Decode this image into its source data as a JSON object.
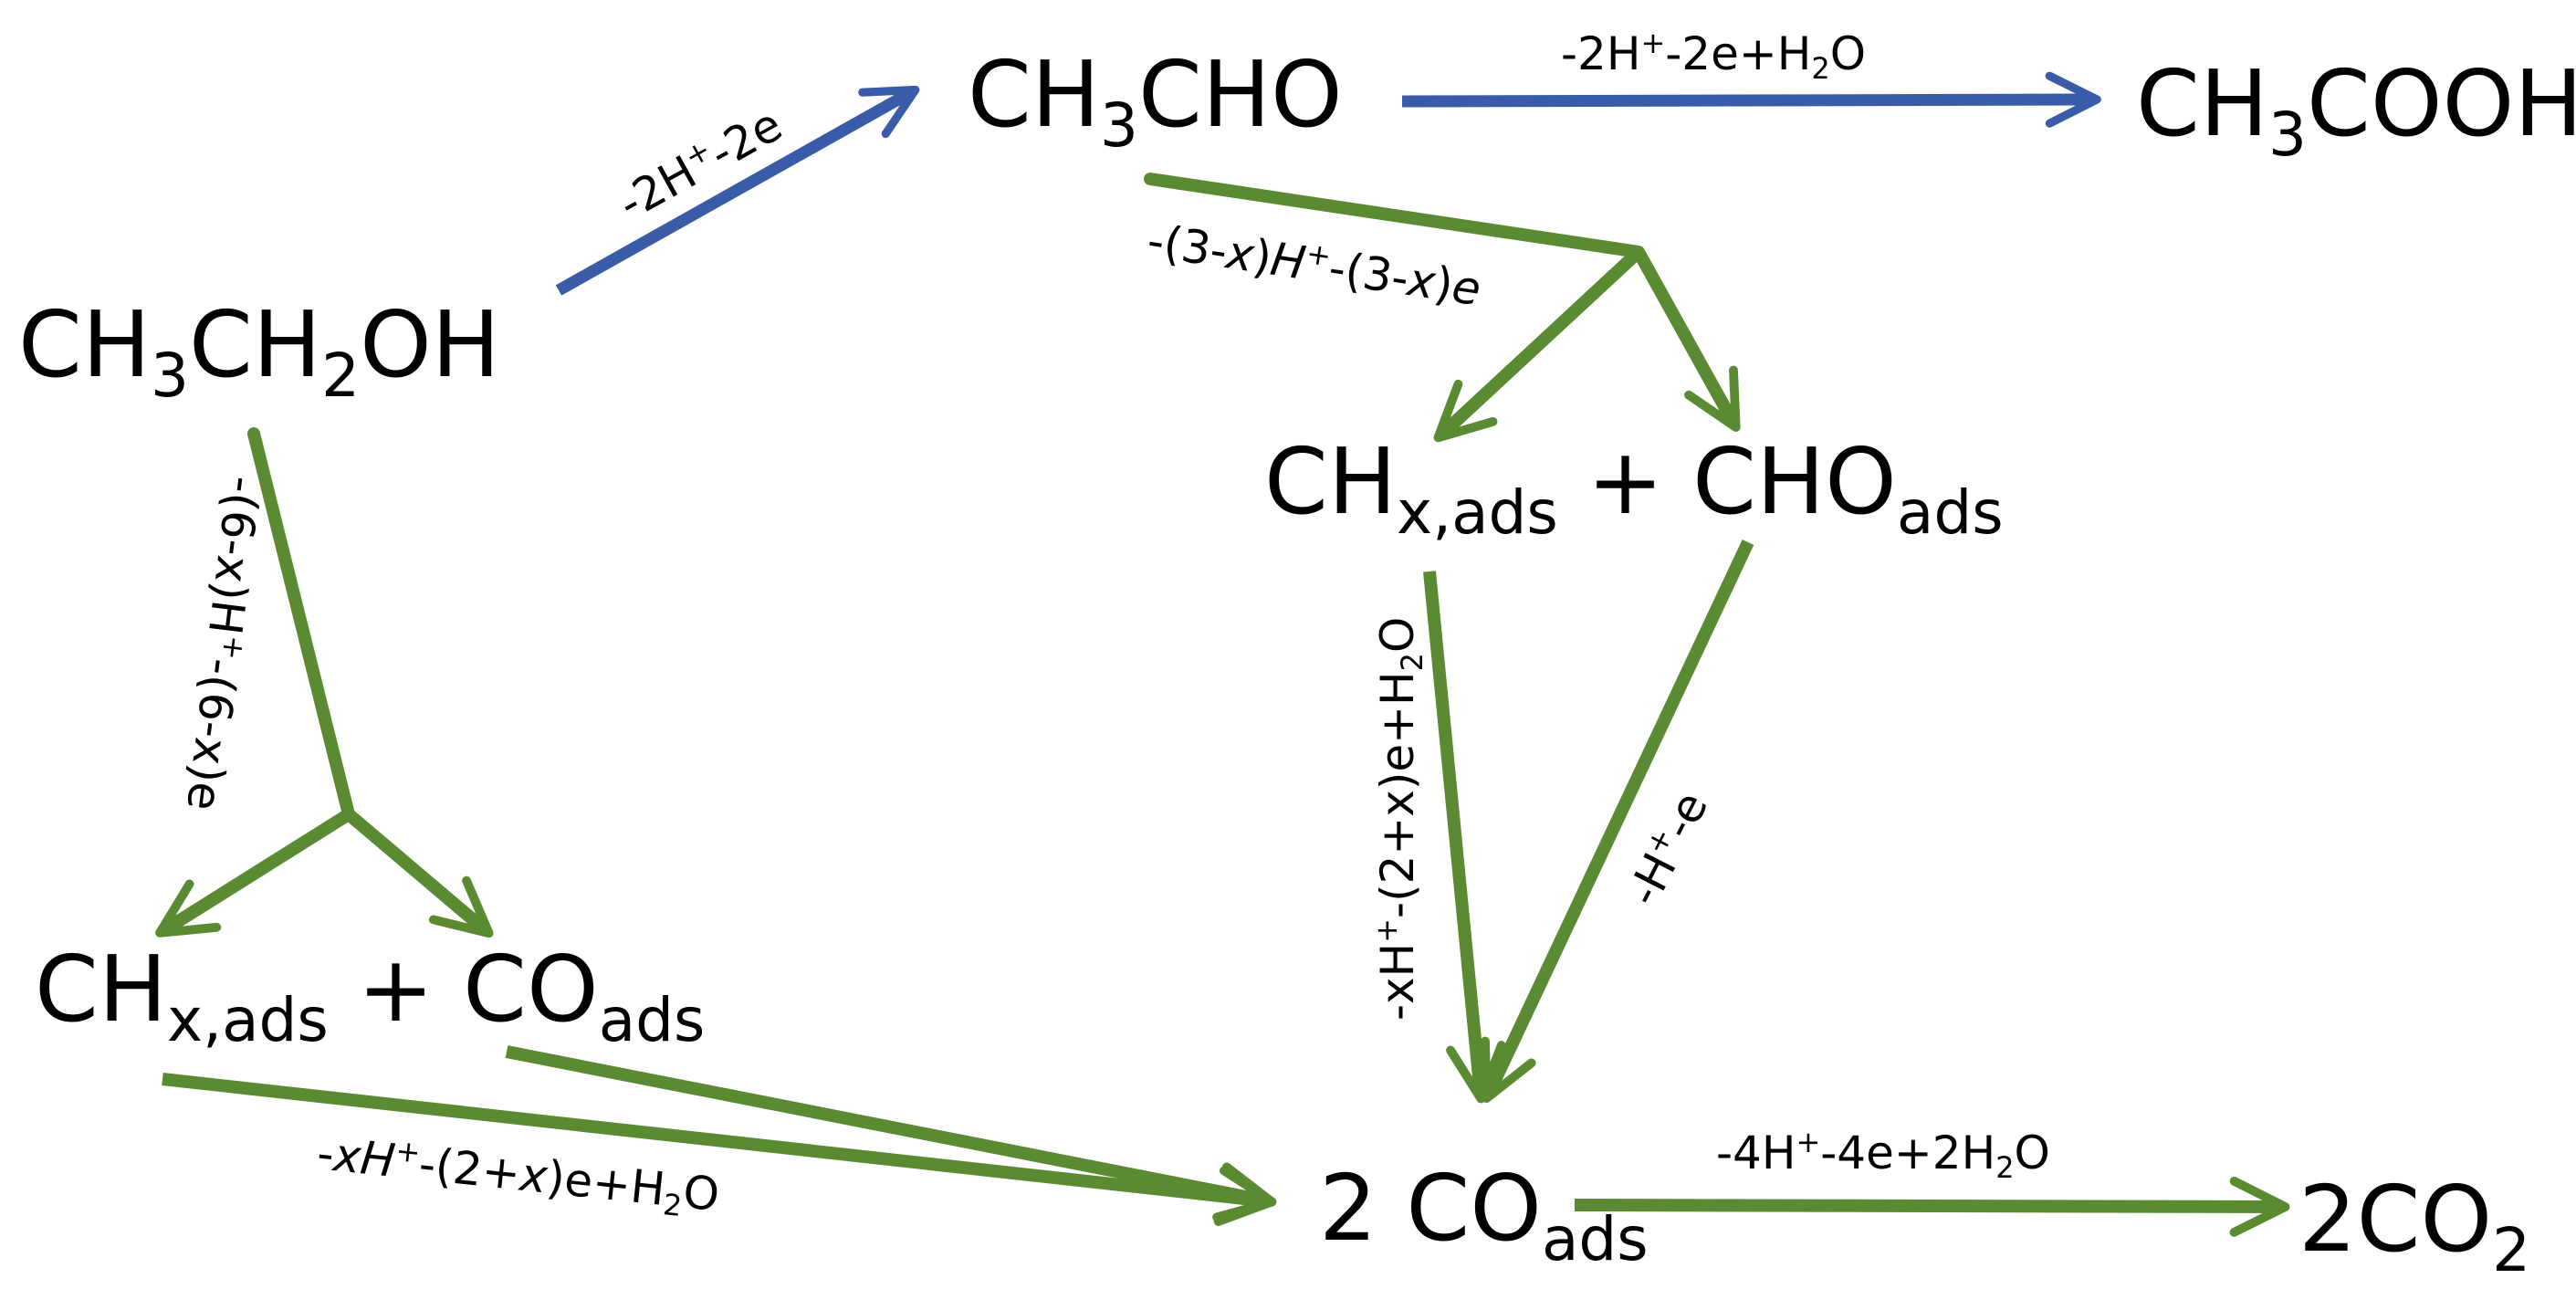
{
  "colors": {
    "blue": "#3a5ba8",
    "green": "#5a8a32",
    "text": "#000000"
  },
  "species": {
    "ethanol": {
      "parts": [
        {
          "t": "CH"
        },
        {
          "t": "3",
          "sub": true
        },
        {
          "t": "CH"
        },
        {
          "t": "2",
          "sub": true
        },
        {
          "t": "OH"
        }
      ]
    },
    "acetaldehyde": {
      "parts": [
        {
          "t": "CH"
        },
        {
          "t": "3",
          "sub": true
        },
        {
          "t": "CHO"
        }
      ]
    },
    "acetic_acid": {
      "parts": [
        {
          "t": "CH"
        },
        {
          "t": "3",
          "sub": true
        },
        {
          "t": "COOH"
        }
      ]
    },
    "chx_cho": {
      "parts": [
        {
          "t": "CH"
        },
        {
          "t": "x,ads",
          "sub": true
        },
        {
          "t": " + CHO"
        },
        {
          "t": "ads",
          "sub": true
        }
      ]
    },
    "chx_co": {
      "parts": [
        {
          "t": "CH"
        },
        {
          "t": "x,ads",
          "sub": true
        },
        {
          "t": " + CO"
        },
        {
          "t": "ads",
          "sub": true
        }
      ]
    },
    "two_co": {
      "parts": [
        {
          "t": "2 CO"
        },
        {
          "t": "ads",
          "sub": true
        }
      ]
    },
    "co2": {
      "parts": [
        {
          "t": "2CO"
        },
        {
          "t": "2",
          "sub": true
        }
      ]
    }
  },
  "labels": {
    "ethanol_to_acetaldehyde": {
      "parts": [
        {
          "t": "-2H"
        },
        {
          "t": "+",
          "sup": true
        },
        {
          "t": "-2e"
        }
      ]
    },
    "acetaldehyde_to_acid": {
      "parts": [
        {
          "t": "-2H"
        },
        {
          "t": "+",
          "sup": true
        },
        {
          "t": "-2e+H"
        },
        {
          "t": "2",
          "sub": true
        },
        {
          "t": "O"
        }
      ]
    },
    "acetaldehyde_split": {
      "parts": [
        {
          "t": "-(3-"
        },
        {
          "t": "x",
          "it": true
        },
        {
          "t": ")"
        },
        {
          "t": "H",
          "it": true
        },
        {
          "t": "+",
          "sup": true
        },
        {
          "t": "-(3-"
        },
        {
          "t": "x",
          "it": true
        },
        {
          "t": ")"
        },
        {
          "t": "e",
          "it": true
        }
      ]
    },
    "ethanol_split": {
      "parts": [
        {
          "t": "-(6-x)H"
        },
        {
          "t": "+",
          "sup": true
        },
        {
          "t": "-(6-x)e"
        }
      ]
    },
    "chx_to_co_right": {
      "parts": [
        {
          "t": "-xH"
        },
        {
          "t": "+",
          "sup": true
        },
        {
          "t": "-(2+x)e+H"
        },
        {
          "t": "2",
          "sub": true
        },
        {
          "t": "O"
        }
      ]
    },
    "cho_to_co": {
      "parts": [
        {
          "t": "-H"
        },
        {
          "t": "+",
          "sup": true
        },
        {
          "t": "-e"
        }
      ]
    },
    "chx_to_co_left": {
      "parts": [
        {
          "t": "-"
        },
        {
          "t": "x",
          "it": true
        },
        {
          "t": "H",
          "it": true
        },
        {
          "t": "+",
          "sup": true
        },
        {
          "t": "-(2+"
        },
        {
          "t": "x",
          "it": true
        },
        {
          "t": ")e+H"
        },
        {
          "t": "2",
          "sub": true
        },
        {
          "t": "O"
        }
      ]
    },
    "co_to_co2": {
      "parts": [
        {
          "t": "-4H"
        },
        {
          "t": "+",
          "sup": true
        },
        {
          "t": "-4e+2H"
        },
        {
          "t": "2",
          "sub": true
        },
        {
          "t": "O"
        }
      ]
    }
  }
}
